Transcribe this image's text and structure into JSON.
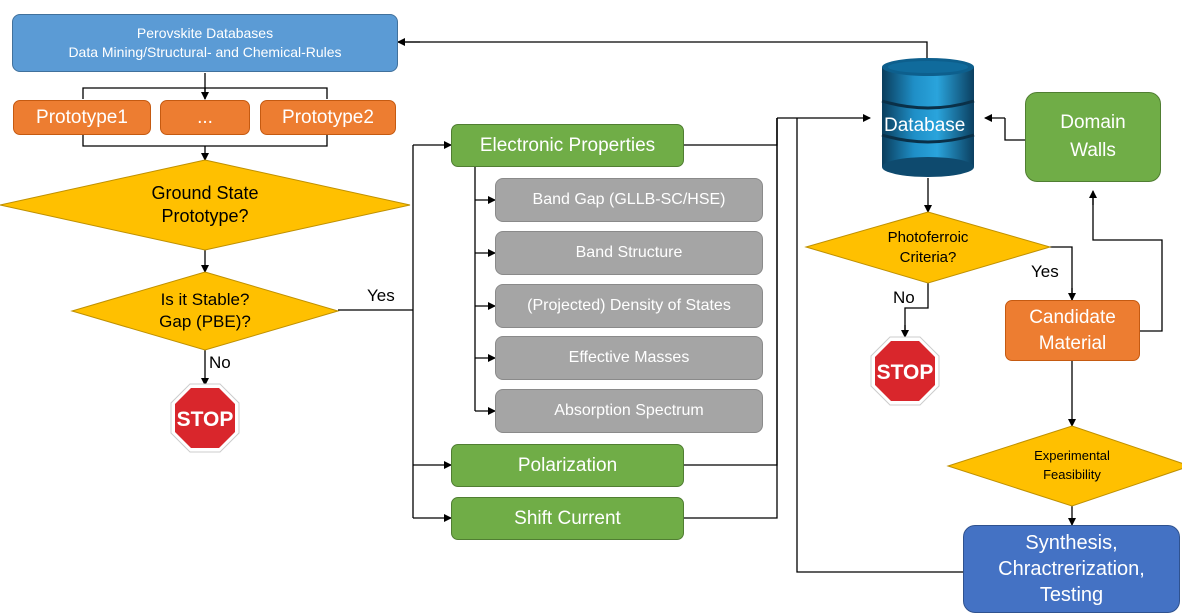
{
  "databases_box": {
    "line1": "Perovskite Databases",
    "line2": "Data Mining/Structural- and Chemical-Rules"
  },
  "prototypes": {
    "first": "Prototype1",
    "middle": "...",
    "second": "Prototype2"
  },
  "ground_state": {
    "line1": "Ground State",
    "line2": "Prototype?"
  },
  "stable_check": {
    "line1": "Is it Stable?",
    "line2": "Gap (PBE)?"
  },
  "labels": {
    "yes_main": "Yes",
    "no_main": "No",
    "no_photo": "No",
    "yes_photo": "Yes"
  },
  "stop_text": "STOP",
  "electronic": {
    "title": "Electronic Properties",
    "items": [
      "Band Gap (GLLB-SC/HSE)",
      "Band Structure",
      "(Projected) Density of States",
      "Effective Masses",
      "Absorption Spectrum"
    ]
  },
  "polarization": "Polarization",
  "shift_current": "Shift Current",
  "database_label": "Database",
  "photoferroic": {
    "line1": "Photoferroic",
    "line2": "Criteria?"
  },
  "domain_walls": {
    "line1": "Domain",
    "line2": "Walls"
  },
  "candidate": {
    "line1": "Candidate",
    "line2": "Material"
  },
  "experimental": {
    "line1": "Experimental",
    "line2": "Feasibility"
  },
  "synthesis": {
    "line1": "Synthesis,",
    "line2": "Chractrerization,",
    "line3": "Testing"
  },
  "colors": {
    "blue": "#5b9bd5",
    "orange": "#ed7d31",
    "green": "#70ad47",
    "gray": "#a5a5a5",
    "gold": "#ffc000",
    "navy": "#4472c4",
    "stop_red": "#c00000"
  }
}
